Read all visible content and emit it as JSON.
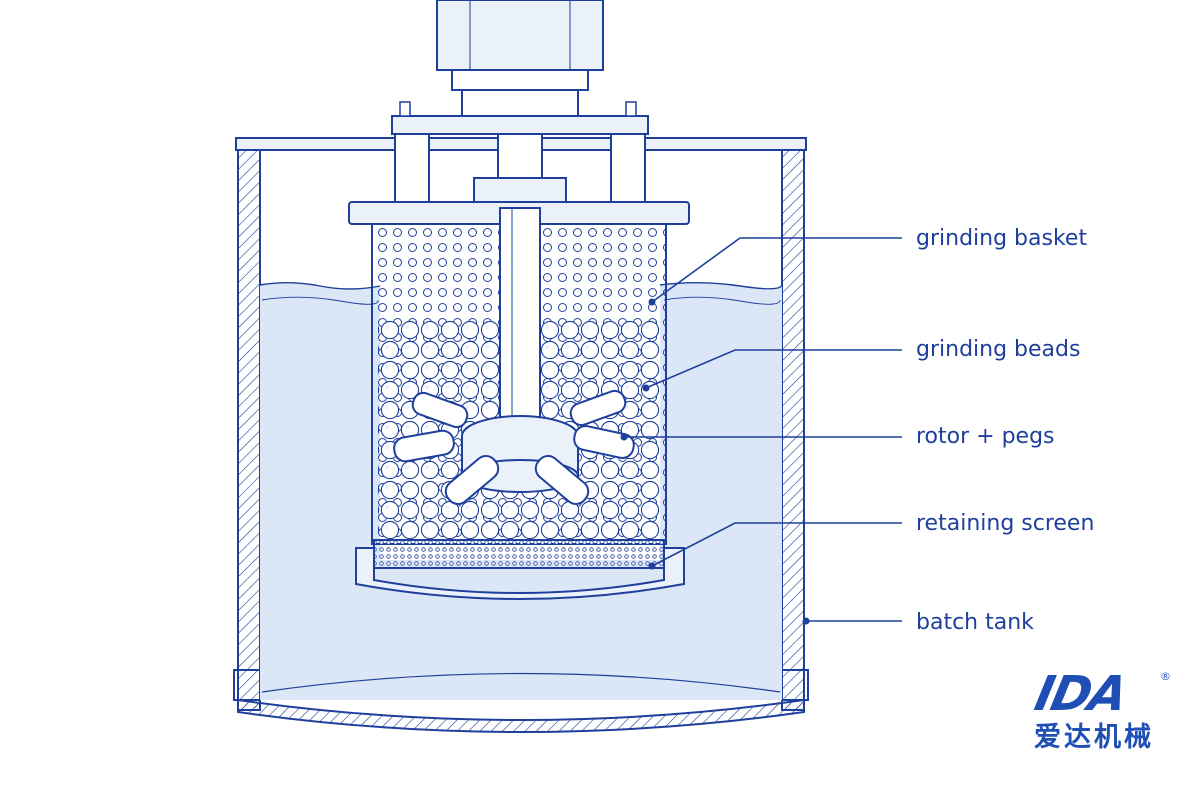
{
  "labels": {
    "grinding_basket": "grinding basket",
    "grinding_beads": "grinding beads",
    "rotor_pegs": "rotor + pegs",
    "retaining_screen": "retaining screen",
    "batch_tank": "batch tank"
  },
  "logo": {
    "mark": "IDA",
    "registered": "®",
    "chinese_name": "爱达机械"
  },
  "colors": {
    "line": "#1f3f9c",
    "fill_light": "#eaf1fb",
    "liquid": "#dbe6f6",
    "brand": "#1f4fb4"
  }
}
